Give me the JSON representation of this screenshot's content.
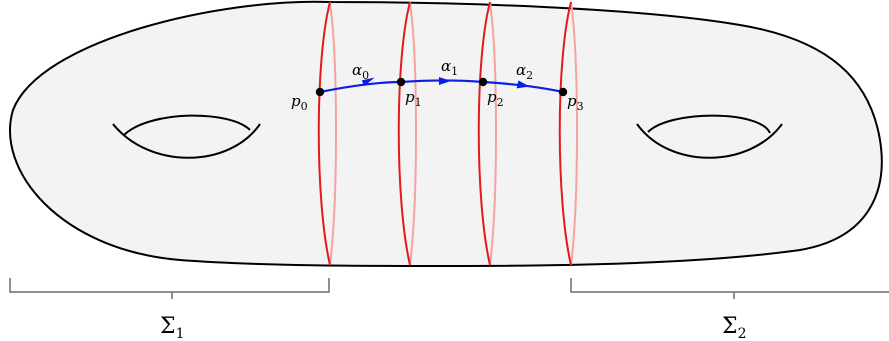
{
  "colors": {
    "surface_fill": "#f3f3f3",
    "outline": "#000000",
    "curve_front": "#e41a1a",
    "curve_back": "#f4a3a3",
    "path": "#0a1ee6",
    "bracket": "#6b6b6b",
    "point": "#000000"
  },
  "points": [
    {
      "symbol": "p",
      "sub": "0"
    },
    {
      "symbol": "p",
      "sub": "1"
    },
    {
      "symbol": "p",
      "sub": "2"
    },
    {
      "symbol": "p",
      "sub": "3"
    }
  ],
  "arcs": [
    {
      "symbol": "α",
      "sub": "0"
    },
    {
      "symbol": "α",
      "sub": "1"
    },
    {
      "symbol": "α",
      "sub": "2"
    }
  ],
  "regions": [
    {
      "symbol": "Σ",
      "sub": "1"
    },
    {
      "symbol": "Σ",
      "sub": "2"
    }
  ],
  "icons": {
    "hole_left": "handle-hole-icon",
    "hole_right": "handle-hole-icon"
  }
}
